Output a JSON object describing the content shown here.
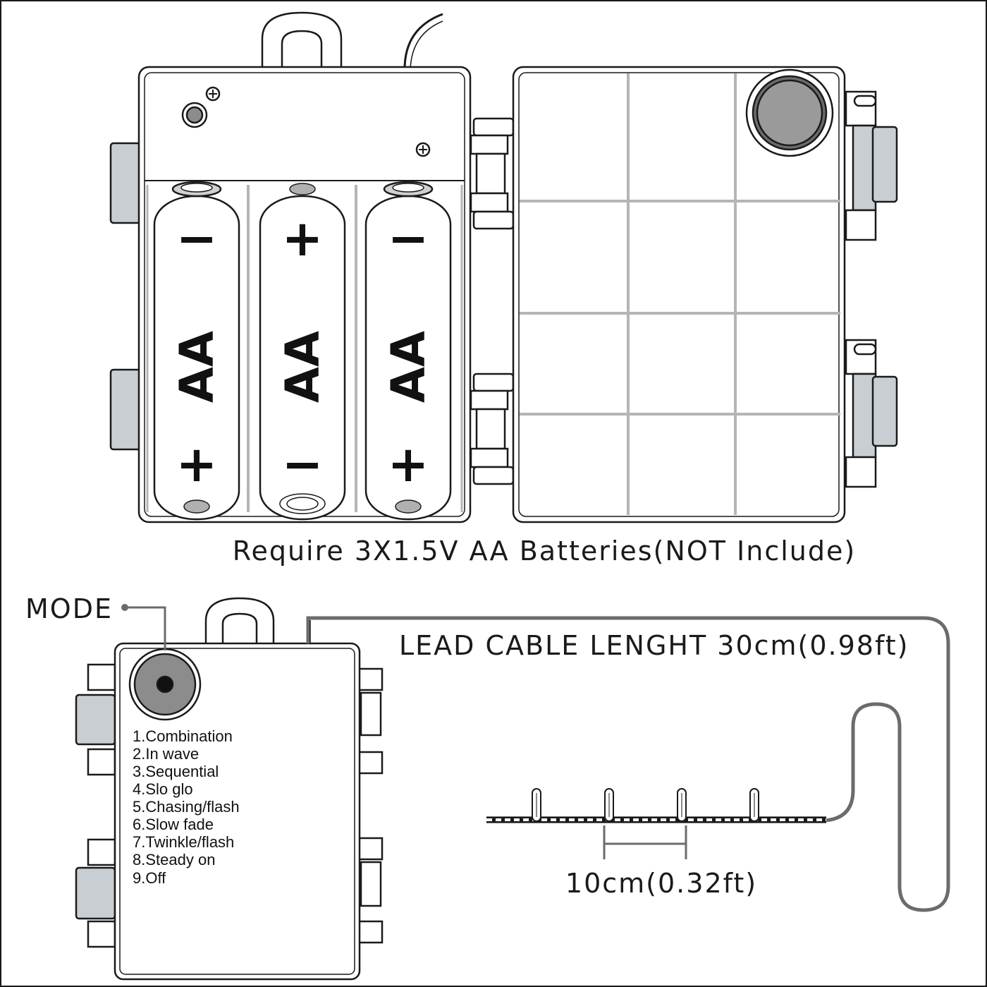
{
  "battery_box": {
    "battery_label": "AA",
    "batteries": [
      {
        "top_sign": "−",
        "bottom_sign": "+"
      },
      {
        "top_sign": "+",
        "bottom_sign": "−"
      },
      {
        "top_sign": "−",
        "bottom_sign": "+"
      }
    ],
    "caption": "Require 3X1.5V AA Batteries(NOT Include)"
  },
  "controller": {
    "button_label": "MODE",
    "modes": [
      "1.Combination",
      "2.In wave",
      "3.Sequential",
      "4.Slo glo",
      "5.Chasing/flash",
      "6.Slow fade",
      "7.Twinkle/flash",
      "8.Steady on",
      "9.Off"
    ]
  },
  "cable": {
    "lead_label": "LEAD CABLE LENGHT 30cm(0.98ft)",
    "spacing_label": "10cm(0.32ft)"
  },
  "colors": {
    "outline": "#1a1a1a",
    "panel_gray": "#c9ced2",
    "button_gray": "#8c8c8c",
    "grid_gray": "#b5b5b5",
    "cable_gray": "#6b6b6b"
  }
}
